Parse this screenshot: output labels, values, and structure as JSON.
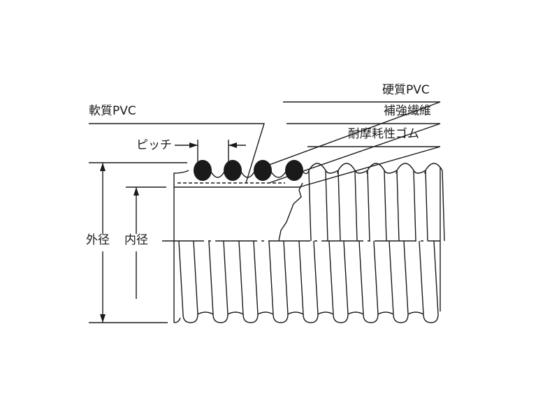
{
  "diagram": {
    "labels": {
      "soft_pvc": "軟質PVC",
      "hard_pvc": "硬質PVC",
      "reinforcing_fiber": "補強繊維",
      "abrasion_rubber": "耐摩耗性ゴム",
      "pitch": "ピッチ",
      "outer_diameter": "外径",
      "inner_diameter": "内径"
    },
    "colors": {
      "ink": "#1a1a1a",
      "background": "#ffffff"
    }
  }
}
